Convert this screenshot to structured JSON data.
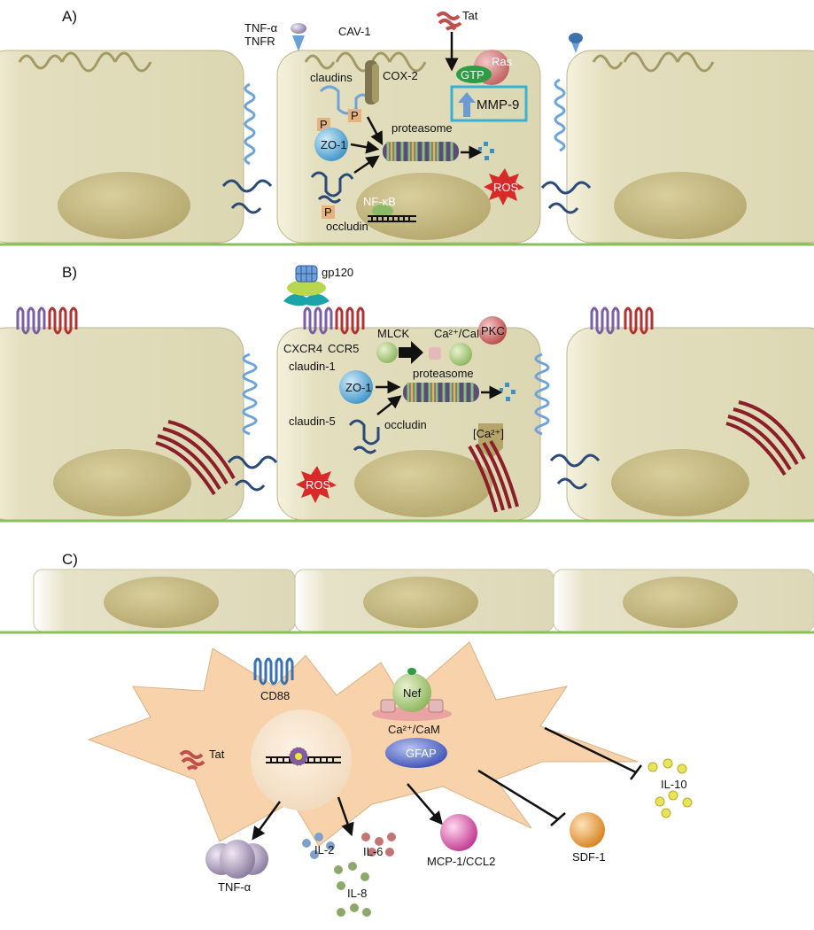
{
  "panels": {
    "a": {
      "tag": "A)",
      "tnf_alpha": "TNF-α",
      "tnfr": "TNFR",
      "cav1": "CAV-1",
      "tat": "Tat",
      "claudins": "claudins",
      "cox2": "COX-2",
      "gtp": "GTP",
      "ras": "Ras",
      "mmp9": "MMP-9",
      "p": "P",
      "zo1": "ZO-1",
      "proteasome": "proteasome",
      "ros": "ROS",
      "nfkb": "NF-κB",
      "occludin": "occludin"
    },
    "b": {
      "tag": "B)",
      "gp120": "gp120",
      "cxcr4": "CXCR4",
      "ccr5": "CCR5",
      "mlck": "MLCK",
      "cacam": "Ca²⁺/CaM",
      "pkc": "PKC",
      "claudin1": "claudin-1",
      "zo1": "ZO-1",
      "proteasome": "proteasome",
      "claudin5": "claudin-5",
      "occludin": "occludin",
      "ca": "[Ca²⁺]",
      "ros": "ROS"
    },
    "c": {
      "tag": "C)",
      "cd88": "CD88",
      "nef": "Nef",
      "cacam": "Ca²⁺/CaM",
      "tat": "Tat",
      "gfap": "GFAP",
      "il10": "IL-10",
      "il2": "IL-2",
      "il6": "IL-6",
      "il8": "IL-8",
      "mcp1": "MCP-1/CCL2",
      "sdf1": "SDF-1",
      "tnf_alpha": "TNF-α"
    }
  },
  "colors": {
    "cell_fill": "#e7e3c6",
    "cell_edge": "#bcb58a",
    "nucleus": "#c8bd86",
    "membrane_line": "#8bbf5a",
    "claudin_blue": "#6fa4d8",
    "occludin_navy": "#2a4a78",
    "astrocyte": "#f7d2aa",
    "receptor_purple": "#7b5ea3",
    "receptor_red": "#b03232",
    "mmp_box": "#39b1d3",
    "ros": "#d92a2a",
    "gtp": "#2e9c45"
  }
}
